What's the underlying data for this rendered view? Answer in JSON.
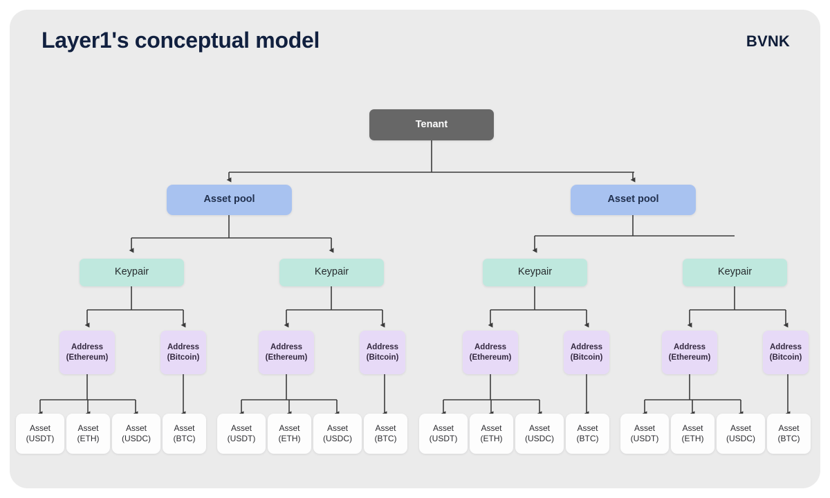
{
  "header": {
    "title": "Layer1's conceptual model",
    "brand": "BVNK"
  },
  "colors": {
    "page_background": "#ffffff",
    "card_background": "#ebebeb",
    "title_color": "#11203f",
    "tenant_fill": "#676767",
    "asset_pool_fill": "#a8c2f0",
    "keypair_fill": "#bfe8de",
    "address_fill": "#e7daf7",
    "asset_fill": "#fdfdfd",
    "connector_stroke": "#3b3b3b"
  },
  "diagram": {
    "type": "tree",
    "root": {
      "id": "tenant",
      "label": "Tenant"
    },
    "levels": [
      "Tenant",
      "Asset pool",
      "Keypair",
      "Address",
      "Asset"
    ],
    "asset_pools": [
      {
        "id": "pool-1",
        "label": "Asset pool"
      },
      {
        "id": "pool-2",
        "label": "Asset pool"
      }
    ],
    "keypairs": [
      {
        "id": "keypair-1",
        "label": "Keypair",
        "parent": "pool-1"
      },
      {
        "id": "keypair-2",
        "label": "Keypair",
        "parent": "pool-1"
      },
      {
        "id": "keypair-3",
        "label": "Keypair",
        "parent": "pool-2"
      },
      {
        "id": "keypair-4",
        "label": "Keypair",
        "parent": "pool-2"
      }
    ],
    "addresses": [
      {
        "id": "address-1",
        "line1": "Address",
        "line2": "(Ethereum)",
        "parent": "keypair-1"
      },
      {
        "id": "address-2",
        "line1": "Address",
        "line2": "(Bitcoin)",
        "parent": "keypair-1"
      },
      {
        "id": "address-3",
        "line1": "Address",
        "line2": "(Ethereum)",
        "parent": "keypair-2"
      },
      {
        "id": "address-4",
        "line1": "Address",
        "line2": "(Bitcoin)",
        "parent": "keypair-2"
      },
      {
        "id": "address-5",
        "line1": "Address",
        "line2": "(Ethereum)",
        "parent": "keypair-3"
      },
      {
        "id": "address-6",
        "line1": "Address",
        "line2": "(Bitcoin)",
        "parent": "keypair-3"
      },
      {
        "id": "address-7",
        "line1": "Address",
        "line2": "(Ethereum)",
        "parent": "keypair-4"
      },
      {
        "id": "address-8",
        "line1": "Address",
        "line2": "(Bitcoin)",
        "parent": "keypair-4"
      }
    ],
    "assets": [
      {
        "id": "asset-1",
        "line1": "Asset",
        "line2": "(USDT)",
        "parent": "address-1"
      },
      {
        "id": "asset-2",
        "line1": "Asset",
        "line2": "(ETH)",
        "parent": "address-1"
      },
      {
        "id": "asset-3",
        "line1": "Asset",
        "line2": "(USDC)",
        "parent": "address-1"
      },
      {
        "id": "asset-4",
        "line1": "Asset",
        "line2": "(BTC)",
        "parent": "address-2"
      },
      {
        "id": "asset-5",
        "line1": "Asset",
        "line2": "(USDT)",
        "parent": "address-3"
      },
      {
        "id": "asset-6",
        "line1": "Asset",
        "line2": "(ETH)",
        "parent": "address-3"
      },
      {
        "id": "asset-7",
        "line1": "Asset",
        "line2": "(USDC)",
        "parent": "address-3"
      },
      {
        "id": "asset-8",
        "line1": "Asset",
        "line2": "(BTC)",
        "parent": "address-4"
      },
      {
        "id": "asset-9",
        "line1": "Asset",
        "line2": "(USDT)",
        "parent": "address-5"
      },
      {
        "id": "asset-10",
        "line1": "Asset",
        "line2": "(ETH)",
        "parent": "address-5"
      },
      {
        "id": "asset-11",
        "line1": "Asset",
        "line2": "(USDC)",
        "parent": "address-5"
      },
      {
        "id": "asset-12",
        "line1": "Asset",
        "line2": "(BTC)",
        "parent": "address-6"
      },
      {
        "id": "asset-13",
        "line1": "Asset",
        "line2": "(USDT)",
        "parent": "address-7"
      },
      {
        "id": "asset-14",
        "line1": "Asset",
        "line2": "(ETH)",
        "parent": "address-7"
      },
      {
        "id": "asset-15",
        "line1": "Asset",
        "line2": "(USDC)",
        "parent": "address-7"
      },
      {
        "id": "asset-16",
        "line1": "Asset",
        "line2": "(BTC)",
        "parent": "address-8"
      }
    ]
  }
}
